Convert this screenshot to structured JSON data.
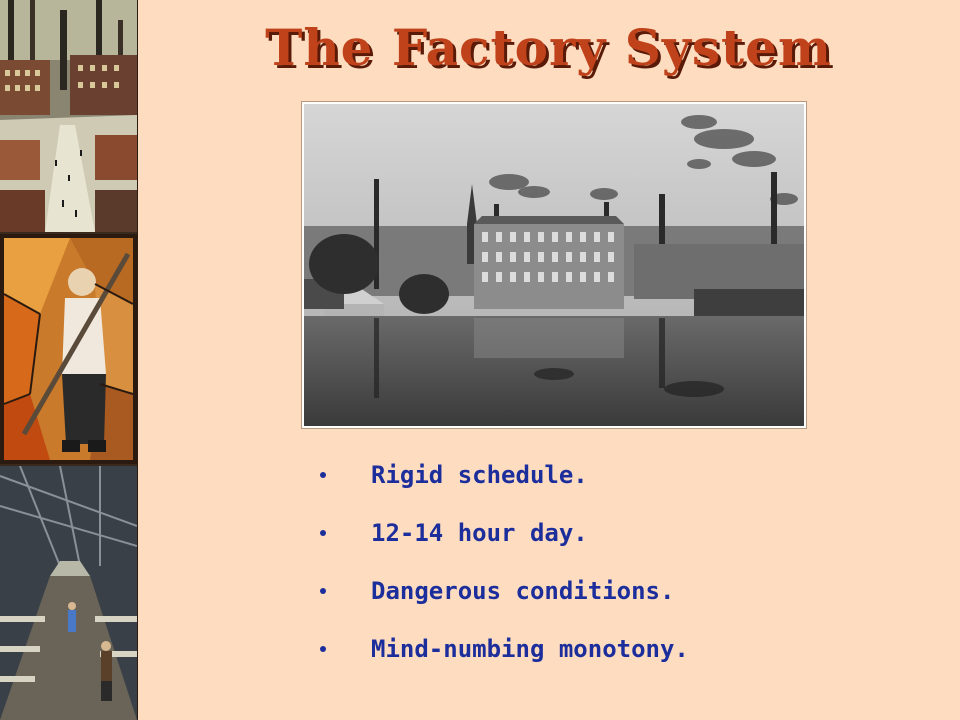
{
  "slide": {
    "title": "The Factory System",
    "title_color": "#c0421a",
    "text_color": "#1c2e9c",
    "background_color": "#fddcc0",
    "bullets": [
      "Rigid schedule.",
      "12-14 hour day.",
      "Dangerous conditions.",
      "Mind-numbing monotony."
    ]
  }
}
